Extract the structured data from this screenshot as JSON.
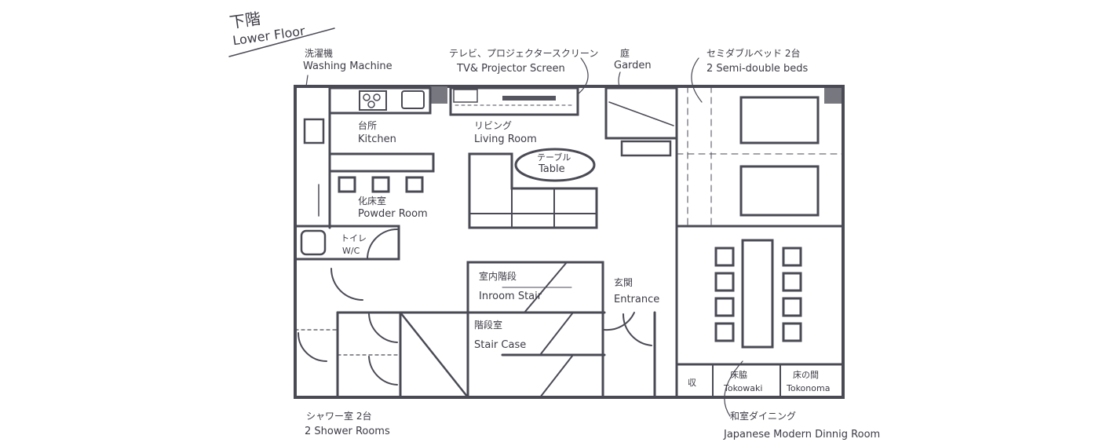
{
  "title": {
    "jp": "下階",
    "en": "Lower Floor"
  },
  "rooms": {
    "washing_machine": {
      "jp": "洗濯機",
      "en": "Washing Machine"
    },
    "tv_screen": {
      "jp": "テレビ、プロジェクタースクリーン",
      "en": "TV& Projector Screen"
    },
    "garden": {
      "jp": "庭",
      "en": "Garden"
    },
    "beds": {
      "jp": "セミダブルベッド 2台",
      "en": "2 Semi-double beds"
    },
    "kitchen": {
      "jp": "台所",
      "en": "Kitchen"
    },
    "living": {
      "jp": "リビング",
      "en": "Living Room"
    },
    "table": {
      "jp": "テーブル",
      "en": "Table"
    },
    "powder": {
      "jp": "化床室",
      "en": "Powder Room"
    },
    "wc": {
      "jp": "トイレ",
      "en": "W/C"
    },
    "inroom_stair": {
      "jp": "室内階段",
      "en": "Inroom Stair"
    },
    "entrance": {
      "jp": "玄関",
      "en": "Entrance"
    },
    "staircase": {
      "jp": "階段室",
      "en": "Stair Case"
    },
    "storage": {
      "jp": "収"
    },
    "tokowaki": {
      "jp": "床脇",
      "en": "Tokowaki"
    },
    "tokonoma": {
      "jp": "床の間",
      "en": "Tokonoma"
    },
    "shower": {
      "jp": "シャワー室 2台",
      "en": "2 Shower Rooms"
    },
    "dining": {
      "jp": "和室ダイニング",
      "en": "Japanese Modern Dinnig Room"
    }
  },
  "colors": {
    "ink": "#3b3b45",
    "wall": "#55555f",
    "fill": "#8a8a94"
  }
}
